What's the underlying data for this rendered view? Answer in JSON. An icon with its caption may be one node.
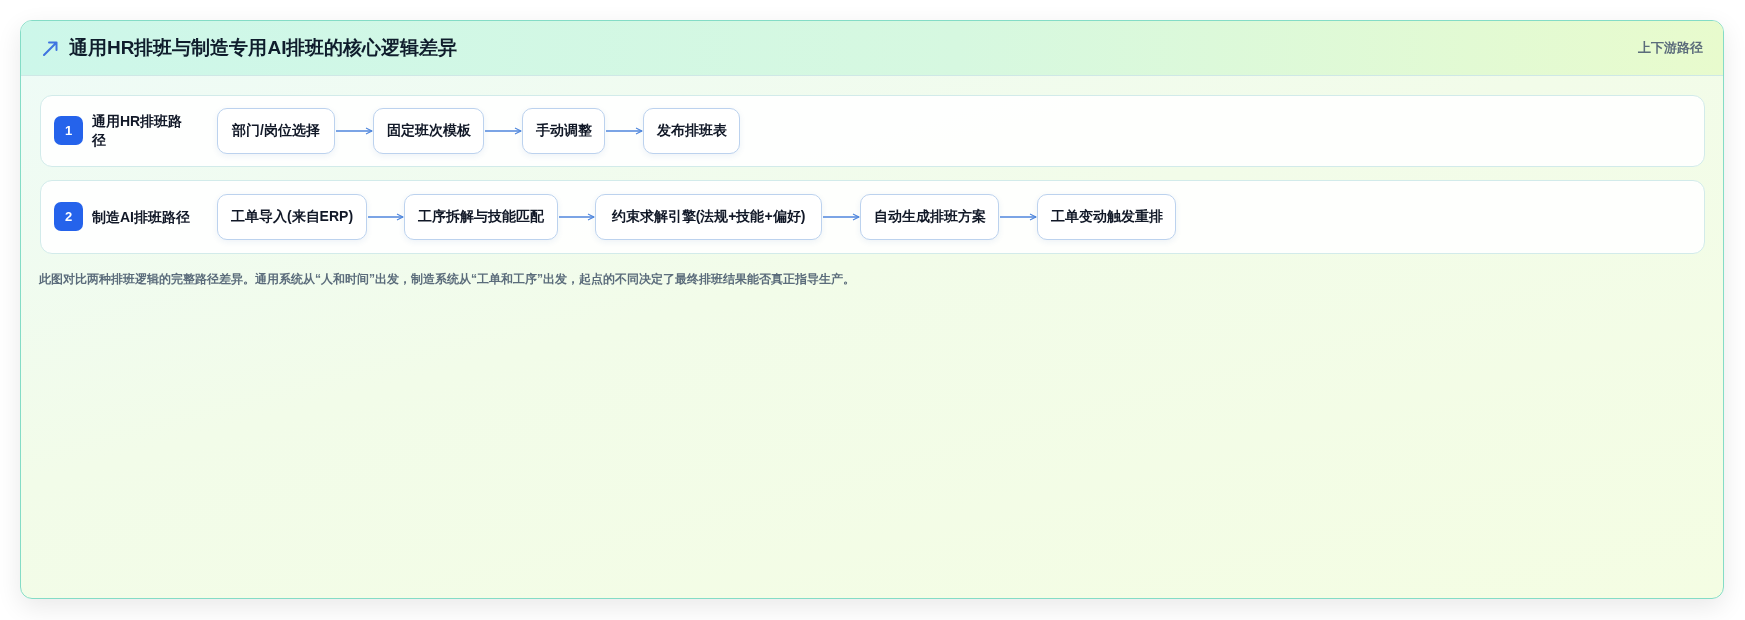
{
  "diagram": {
    "title": "通用HR排班与制造专用AI排班的核心逻辑差异",
    "caption": "此图对比两种排班逻辑的完整路径差异。通用系统从“人和时间”出发，制造系统从“工单和工序”出发，起点的不同决定了最终排班结果能否真正指导生产。",
    "nodes": [
      {
        "text": [
          "通用HR排班路径"
        ]
      },
      {
        "text": [
          "1"
        ],
        "in": 0
      },
      {
        "text": [
          "部门/岗位选择"
        ],
        "in": 0
      },
      {
        "text": [
          "固定班次模板"
        ],
        "in": 0
      },
      {
        "text": [
          "手动调整"
        ],
        "in": 0
      },
      {
        "text": [
          "发布排班表"
        ],
        "in": 0
      },
      {
        "text": [
          "制造AI排班路径"
        ]
      },
      {
        "text": [
          "2"
        ],
        "in": 6
      },
      {
        "text": [
          "工单导入(来自ERP)"
        ],
        "in": 6
      },
      {
        "text": [
          "工序拆解与技能匹配"
        ],
        "in": 6
      },
      {
        "text": [
          "约束求解引擎(法规+技能+偏好)"
        ],
        "in": 6
      },
      {
        "text": [
          "自动生成排班方案"
        ],
        "in": 6
      },
      {
        "text": [
          "工单变动触发重排"
        ],
        "in": 6
      }
    ],
    "edges": [
      {
        "from": 2,
        "to": 3,
        "arrow": "to"
      },
      {
        "from": 3,
        "to": 4,
        "arrow": "to"
      },
      {
        "from": 4,
        "to": 5,
        "arrow": "to"
      },
      {
        "from": 8,
        "to": 9,
        "arrow": "to"
      },
      {
        "from": 9,
        "to": 10,
        "arrow": "to"
      },
      {
        "from": 10,
        "to": 11,
        "arrow": "to"
      },
      {
        "from": 11,
        "to": 12,
        "arrow": "to"
      }
    ],
    "labels": [
      "上下游路径"
    ]
  }
}
